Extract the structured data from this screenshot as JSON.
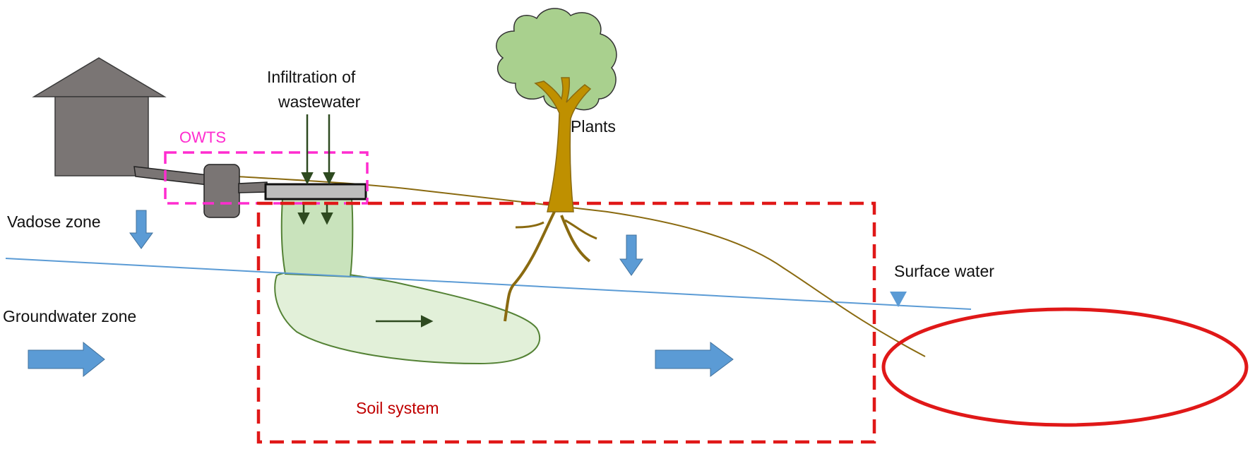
{
  "labels": {
    "infiltration_line1": "Infiltration of",
    "infiltration_line2": "wastewater",
    "owts": "OWTS",
    "plants": "Plants",
    "vadose_zone": "Vadose zone",
    "groundwater_zone": "Groundwater zone",
    "surface_water": "Surface water",
    "soil_system": "Soil system"
  },
  "colors": {
    "house": "#7a7574",
    "house_outline": "#3a3a3a",
    "tank": "#7a7574",
    "owts_box": "#ff2ccf",
    "soil_box": "#e01818",
    "surface_water_ellipse": "#e01818",
    "water_table": "#5b9bd5",
    "flow_arrow": "#5b9bd5",
    "plume_fill": "#e2f0d9",
    "plume_upper_fill": "#c9e3bc",
    "plume_outline": "#548235",
    "plume_arrow": "#2e4a20",
    "tree_canopy": "#a9d08e",
    "tree_trunk": "#bf9000",
    "ground_line": "#8a6a10"
  },
  "icons": [
    "house-icon",
    "septic-tank-icon",
    "tree-icon",
    "water-table-marker-icon"
  ]
}
